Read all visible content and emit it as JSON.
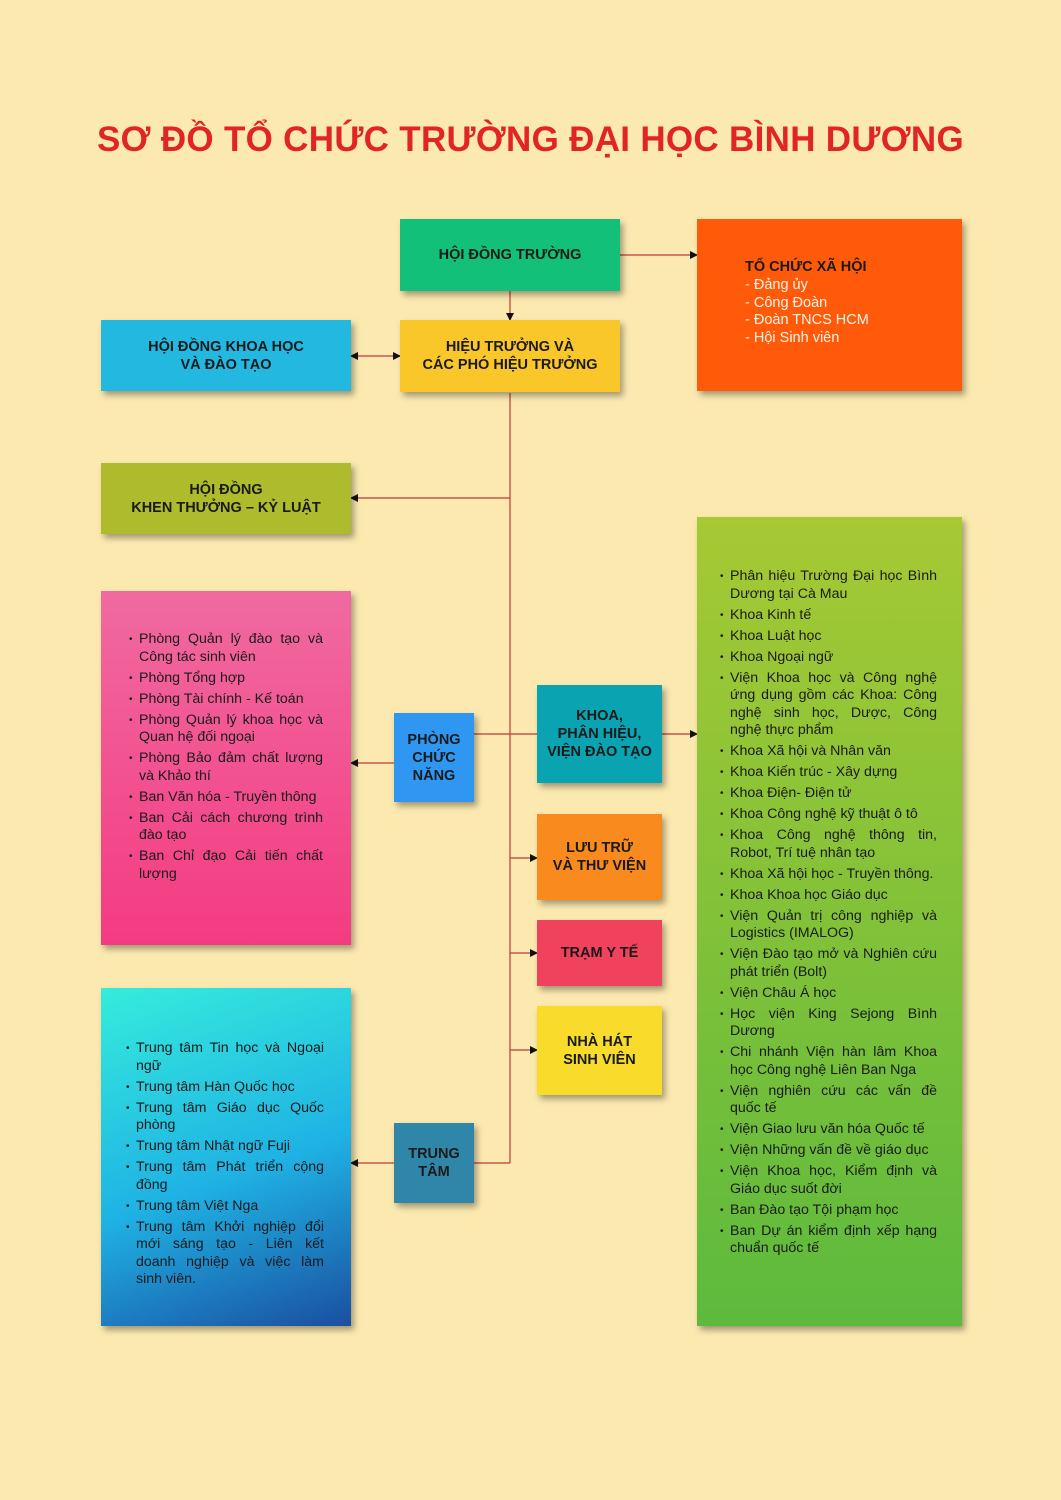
{
  "title": "SƠ ĐỒ TỔ CHỨC TRƯỜNG ĐẠI HỌC BÌNH DƯƠNG",
  "colors": {
    "background": "#fbe9b0",
    "title": "#e12424",
    "connector": "#c0393b",
    "hoi_dong_truong": "#13c07a",
    "to_chuc_xa_hoi": "#ff5a0a",
    "hieu_truong": "#f9c72a",
    "hoi_dong_khoa_hoc": "#22b8e0",
    "khen_thuong": "#aebb2c",
    "phong_chuc_nang_list": [
      "#f06aa0",
      "#f43b82"
    ],
    "phong_chuc_nang": "#2f97f2",
    "khoa_phan_hieu": "#0aa3b2",
    "luu_tru": "#f98a1e",
    "tram_y_te": "#f0425c",
    "nha_hat": "#f9dc2b",
    "trung_tam_list": [
      "#35ecdc",
      "#1a4fa0"
    ],
    "trung_tam": "#2f86a8",
    "khoa_list": [
      "#a6c934",
      "#5dba3d"
    ]
  },
  "nodes": {
    "hoi_dong_truong": "HỘI ĐỒNG TRƯỜNG",
    "hieu_truong": "HIỆU TRƯỞNG VÀ\nCÁC PHÓ HIỆU TRƯỞNG",
    "hoi_dong_khoa_hoc": "HỘI ĐỒNG KHOA HỌC\nVÀ ĐÀO TẠO",
    "khen_thuong": "HỘI ĐỒNG\nKHEN THƯỞNG – KỶ LUẬT",
    "phong_chuc_nang": "PHÒNG\nCHỨC\nNĂNG",
    "khoa_phan_hieu": "KHOA,\nPHÂN HIỆU,\nVIỆN ĐÀO TẠO",
    "luu_tru": "LƯU TRỮ\nVÀ THƯ VIỆN",
    "tram_y_te": "TRẠM Y TẾ",
    "nha_hat": "NHÀ HÁT\nSINH VIÊN",
    "trung_tam": "TRUNG\nTÂM"
  },
  "to_chuc_xa_hoi": {
    "heading": "TỔ CHỨC XÃ HỘI",
    "items": [
      "- Đảng ủy",
      "- Công Đoàn",
      "- Đoàn TNCS HCM",
      "- Hội Sinh viên"
    ]
  },
  "phong_list": [
    "Phòng Quản lý đào tạo và Công tác sinh viên",
    "Phòng Tổng hợp",
    "Phòng Tài chính - Kế toán",
    "Phòng Quản lý khoa học và Quan hệ đối ngoại",
    "Phòng Bảo đảm chất lượng và Khảo thí",
    "Ban Văn hóa - Truyền thông",
    "Ban Cải cách chương trình đào tạo",
    "Ban Chỉ đạo Cải tiến chất lượng"
  ],
  "trung_tam_list": [
    "Trung tâm Tin học và Ngoại ngữ",
    "Trung tâm Hàn Quốc học",
    "Trung tâm Giáo dục Quốc phòng",
    "Trung tâm Nhật ngữ Fuji",
    "Trung tâm Phát triển cộng đồng",
    "Trung tâm Việt Nga",
    "Trung tâm Khởi nghiệp đổi mới sáng tạo - Liên kết doanh nghiệp và việc làm sinh viên."
  ],
  "khoa_list": [
    "Phân hiệu Trường Đại học Bình Dương tại Cà Mau",
    "Khoa Kinh tế",
    "Khoa Luật học",
    "Khoa Ngoại ngữ",
    "Viện Khoa học và Công nghệ ứng dụng gồm các Khoa: Công nghệ sinh học, Dược, Công nghệ thực phẩm",
    "Khoa Xã hội và Nhân văn",
    "Khoa Kiến trúc - Xây dựng",
    "Khoa Điện- Điện tử",
    "Khoa Công nghệ kỹ thuật ô tô",
    "Khoa Công nghệ thông tin, Robot, Trí tuệ nhân tạo",
    "Khoa Xã hội học - Truyền thông.",
    "Khoa Khoa học Giáo dục",
    "Viện Quản trị công nghiệp và Logistics (IMALOG)",
    "Viện Đào tạo mở và Nghiên cứu phát triển (Bolt)",
    "Viện Châu Á học",
    "Học viện King Sejong Bình Dương",
    "Chi nhánh Viện hàn lâm Khoa học Công nghệ Liên Ban Nga",
    "Viện nghiên cứu các vấn đề quốc tế",
    "Viện Giao lưu văn hóa Quốc tế",
    "Viện Những vấn đề về giáo dục",
    "Viện Khoa học, Kiểm định và Giáo dục suốt đời",
    "Ban Đào tạo Tội phạm học",
    "Ban Dự án kiểm định xếp hạng chuẩn quốc tế"
  ]
}
